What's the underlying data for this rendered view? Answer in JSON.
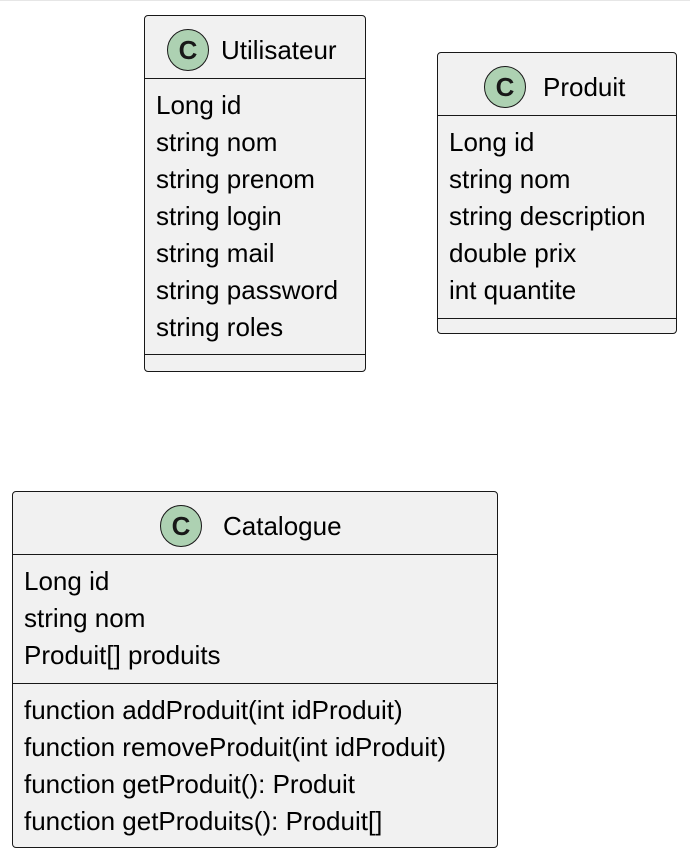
{
  "stereotype_glyph": "C",
  "colors": {
    "box_fill": "#f1f1f1",
    "border": "#181818",
    "icon_fill": "#add1b2"
  },
  "classes": {
    "utilisateur": {
      "name": "Utilisateur",
      "attributes": [
        "Long id",
        "string nom",
        "string prenom",
        "string login",
        "string mail",
        "string password",
        "string roles"
      ],
      "methods": []
    },
    "produit": {
      "name": "Produit",
      "attributes": [
        "Long id",
        "string nom",
        "string description",
        "double prix",
        "int quantite"
      ],
      "methods": []
    },
    "catalogue": {
      "name": "Catalogue",
      "attributes": [
        "Long id",
        "string nom",
        "Produit[] produits"
      ],
      "methods": [
        "function addProduit(int idProduit)",
        "function removeProduit(int idProduit)",
        "function getProduit(): Produit",
        "function getProduits(): Produit[]"
      ]
    }
  }
}
